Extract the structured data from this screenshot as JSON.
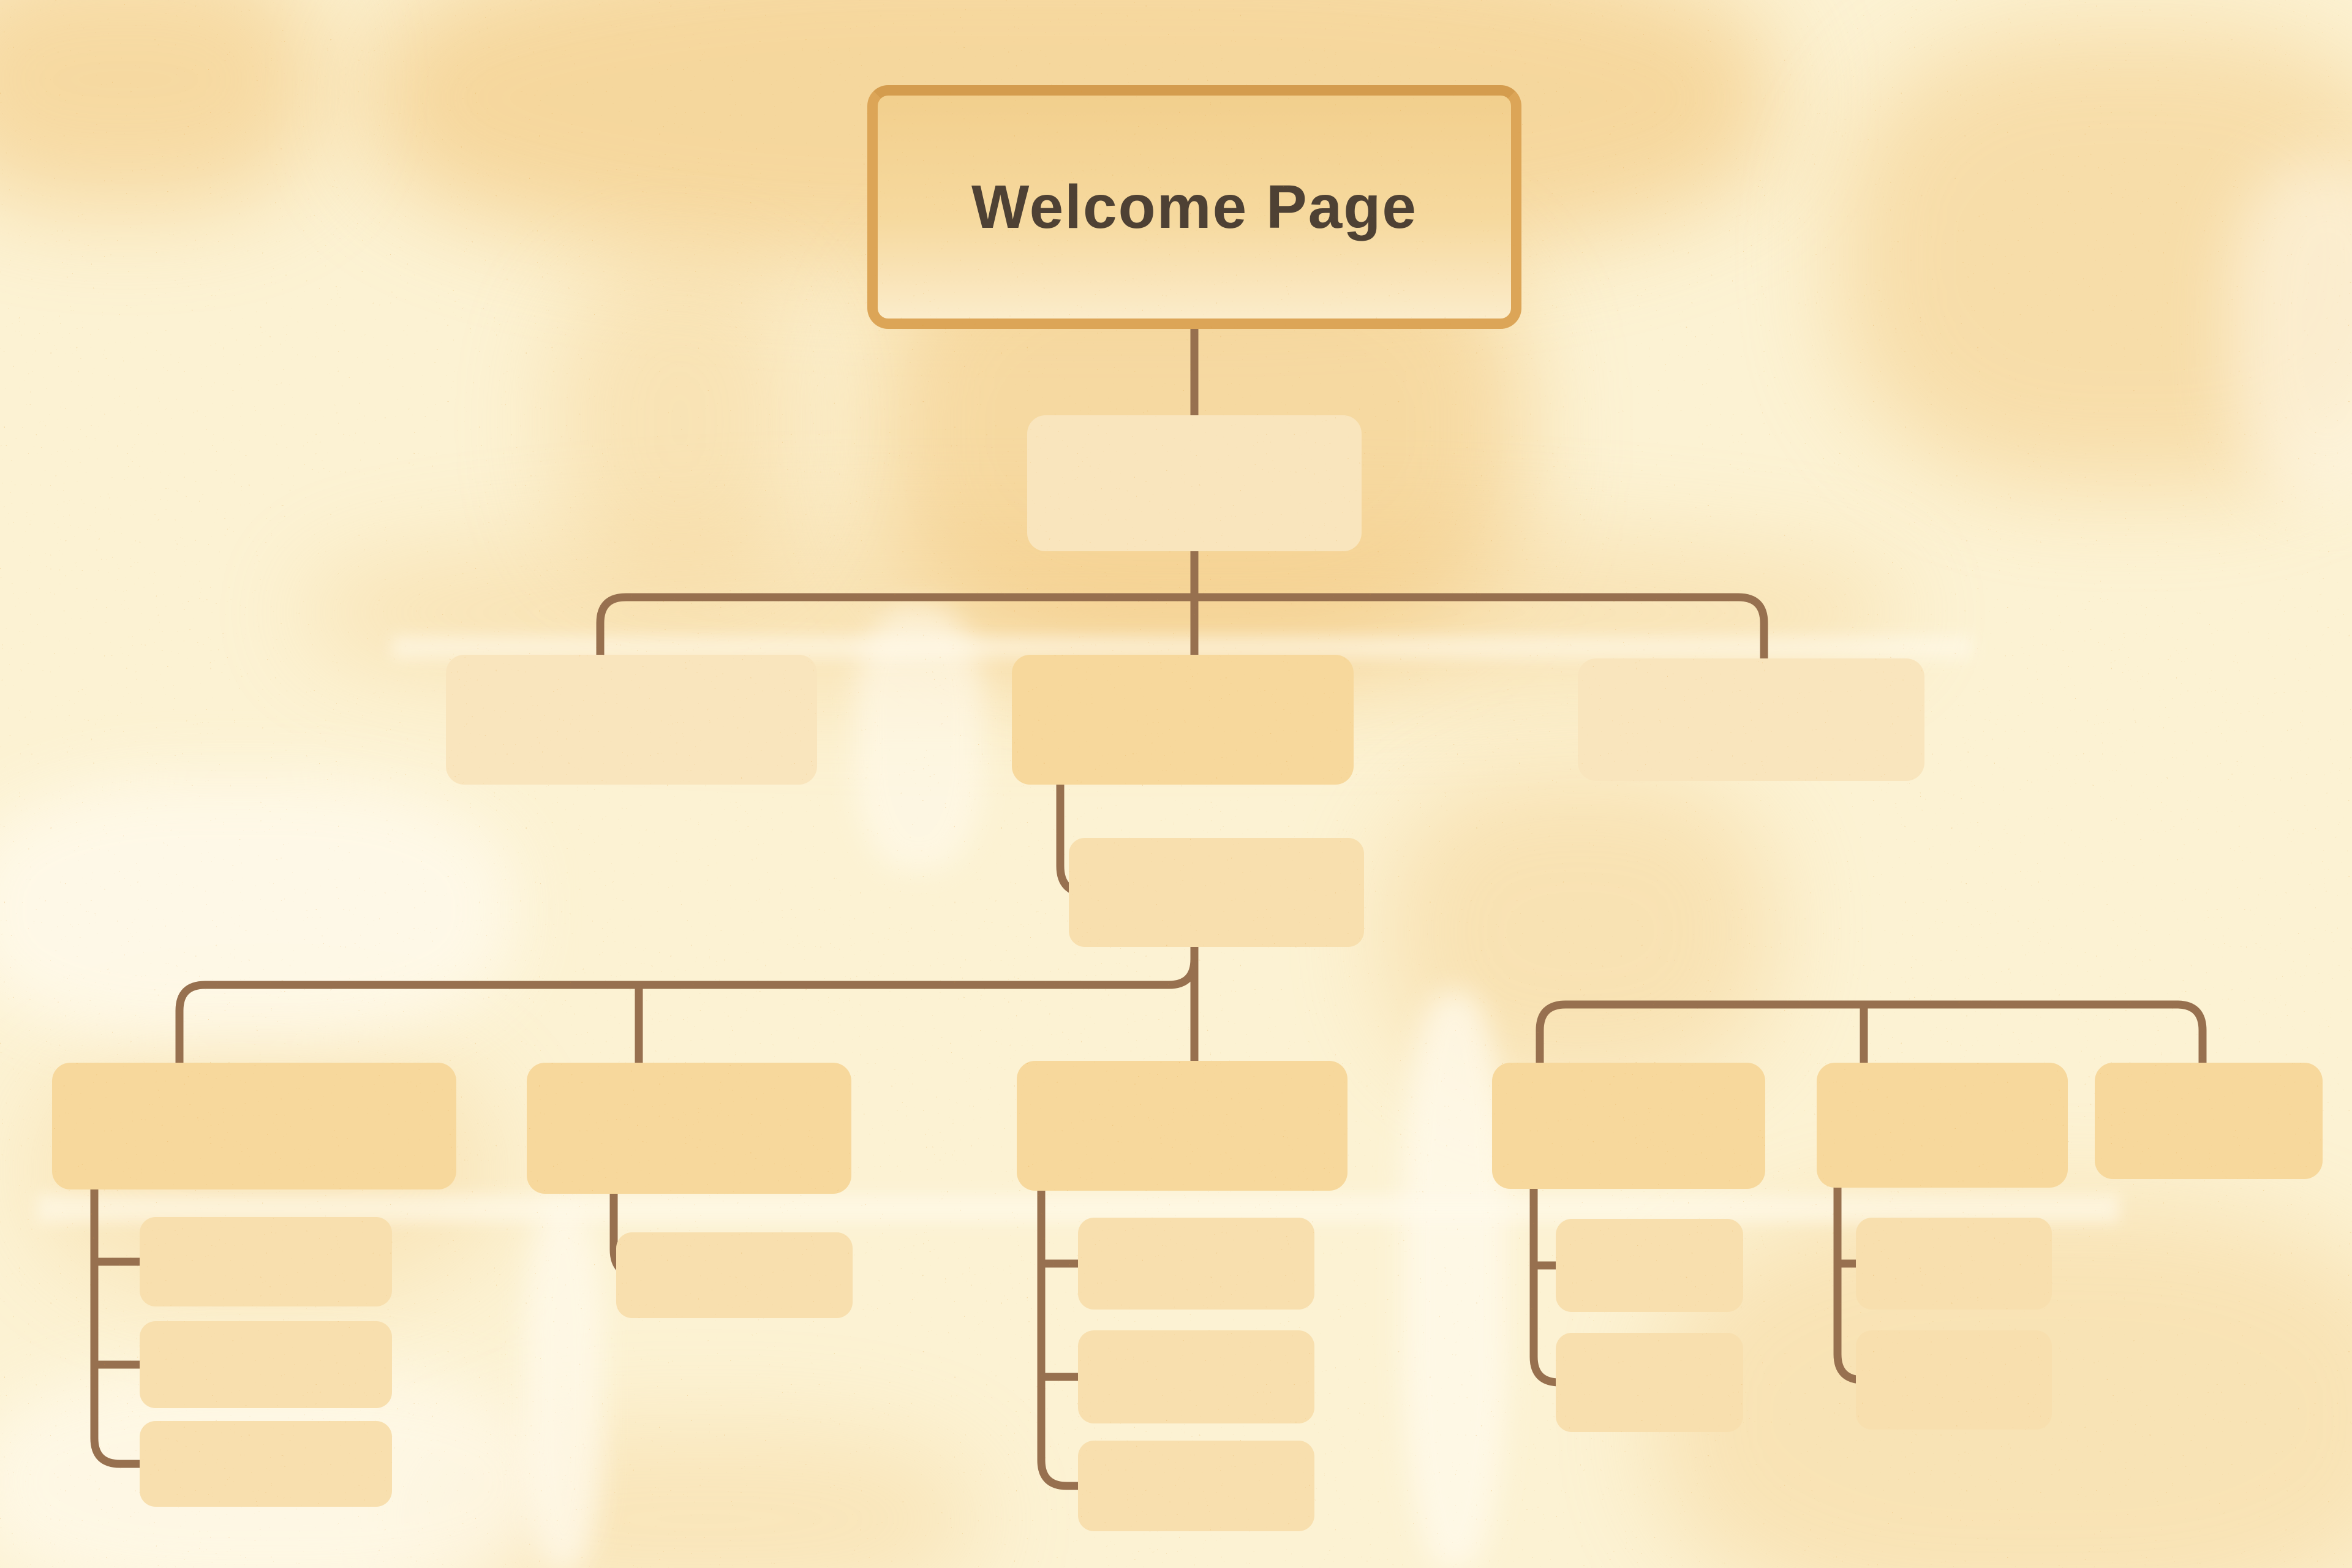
{
  "diagram": {
    "type": "sitemap-tree",
    "root_label": "Welcome Page",
    "nodes": [
      {
        "id": "welcome-page",
        "label": "Welcome Page",
        "level": 0,
        "children": 1
      },
      {
        "id": "intro-node",
        "label": "",
        "level": 1,
        "children": 3
      },
      {
        "id": "branch-left",
        "label": "",
        "level": 2,
        "children": 0
      },
      {
        "id": "branch-center",
        "label": "",
        "level": 2,
        "children": 1
      },
      {
        "id": "branch-right",
        "label": "",
        "level": 2,
        "children": 0
      },
      {
        "id": "center-sub",
        "label": "",
        "level": 3,
        "children": 3
      },
      {
        "id": "group-a",
        "label": "",
        "level": 4,
        "children": 3
      },
      {
        "id": "group-b",
        "label": "",
        "level": 4,
        "children": 1
      },
      {
        "id": "group-c",
        "label": "",
        "level": 4,
        "children": 3
      },
      {
        "id": "group-d",
        "label": "",
        "level": 4,
        "children": 2
      },
      {
        "id": "group-e",
        "label": "",
        "level": 4,
        "children": 2
      },
      {
        "id": "group-f",
        "label": "",
        "level": 4,
        "children": 0
      }
    ]
  },
  "colors": {
    "background": "#fcf2d3",
    "patch_orange": "#f1c171",
    "patch_light": "#fffaec",
    "line": "#97704f",
    "node_strong": "#f7d89c",
    "node_mid": "#f8dfae",
    "node_soft": "#f9e5bd",
    "welcome_border": "#dca557",
    "welcome_fill_top": "#f2cf8d",
    "welcome_fill_bottom": "#fbecca",
    "welcome_text": "#4e4134",
    "grain_orange": "#dd9733",
    "grain_light": "#fffdf2"
  }
}
